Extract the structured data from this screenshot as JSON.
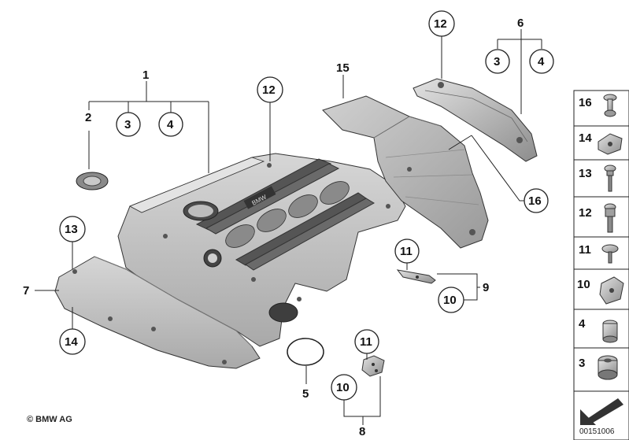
{
  "callouts": {
    "c1": "1",
    "c2": "2",
    "c3a": "3",
    "c4a": "4",
    "c12a": "12",
    "c15": "15",
    "c12b": "12",
    "c6": "6",
    "c3b": "3",
    "c4b": "4",
    "c16": "16",
    "c13": "13",
    "c7": "7",
    "c14": "14",
    "c11a": "11",
    "c9": "9",
    "c10a": "10",
    "c5": "5",
    "c11b": "11",
    "c10b": "10",
    "c8": "8"
  },
  "side_panel": {
    "items": [
      "16",
      "14",
      "13",
      "12",
      "11",
      "10",
      "4",
      "3"
    ]
  },
  "engine_cover_text": "BMW",
  "footer": {
    "copyright": "© BMW AG",
    "diagram_id": "00151006"
  }
}
